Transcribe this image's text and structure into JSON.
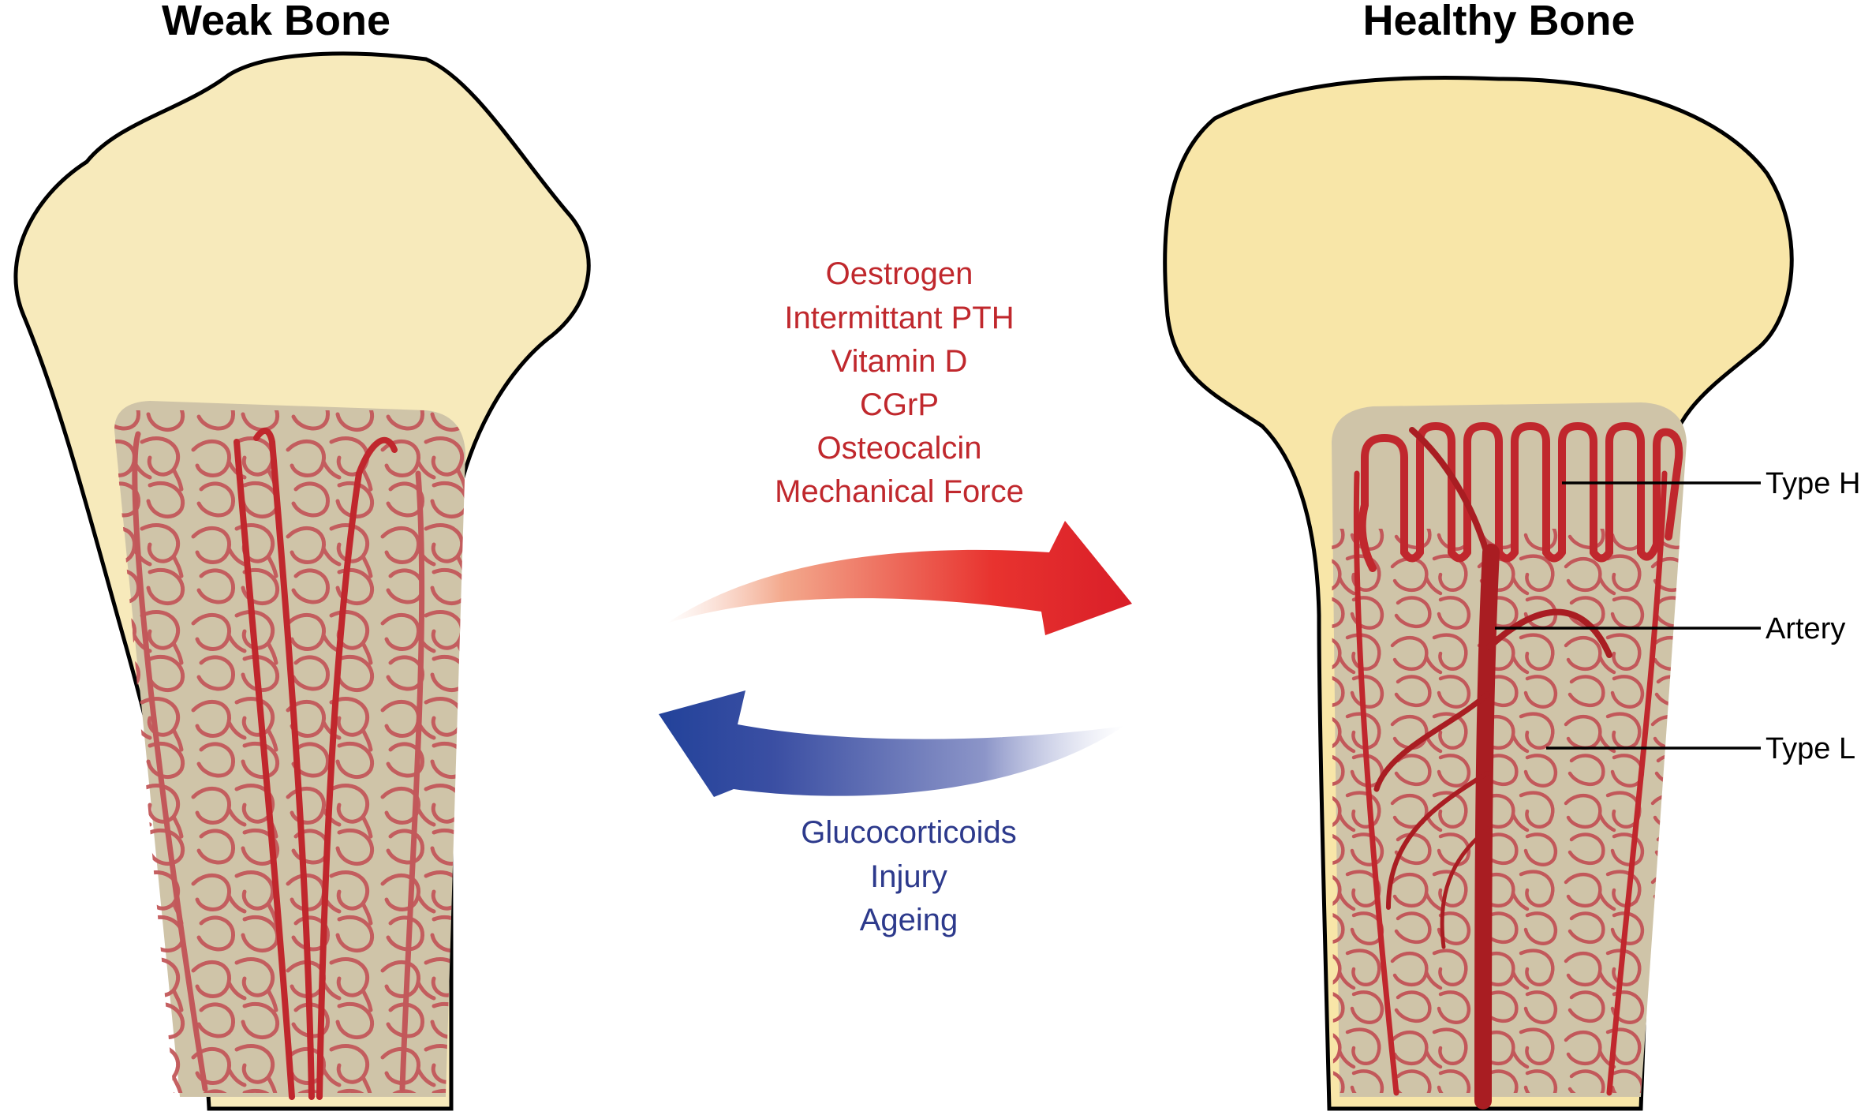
{
  "titles": {
    "left": "Weak Bone",
    "right": "Healthy Bone"
  },
  "promoting_factors": {
    "items": [
      "Oestrogen",
      "Intermittant PTH",
      "Vitamin D",
      "CGrP",
      "Osteocalcin",
      "Mechanical Force"
    ]
  },
  "inhibiting_factors": {
    "items": [
      "Glucocorticoids",
      "Injury",
      "Ageing"
    ]
  },
  "vessel_labels": {
    "type_h": "Type H",
    "artery": "Artery",
    "type_l": "Type L"
  },
  "colors": {
    "bone_fill": "#f7eabb",
    "bone_fill_right": "#f8e6a8",
    "marrow_fill": "#cfc4a8",
    "vessel": "#c2585a",
    "artery": "#b01e22",
    "promote_text": "#c0282d",
    "inhibit_text": "#2d3a8c",
    "promote_arrow": "#e4232a",
    "inhibit_arrow": "#22429a"
  }
}
